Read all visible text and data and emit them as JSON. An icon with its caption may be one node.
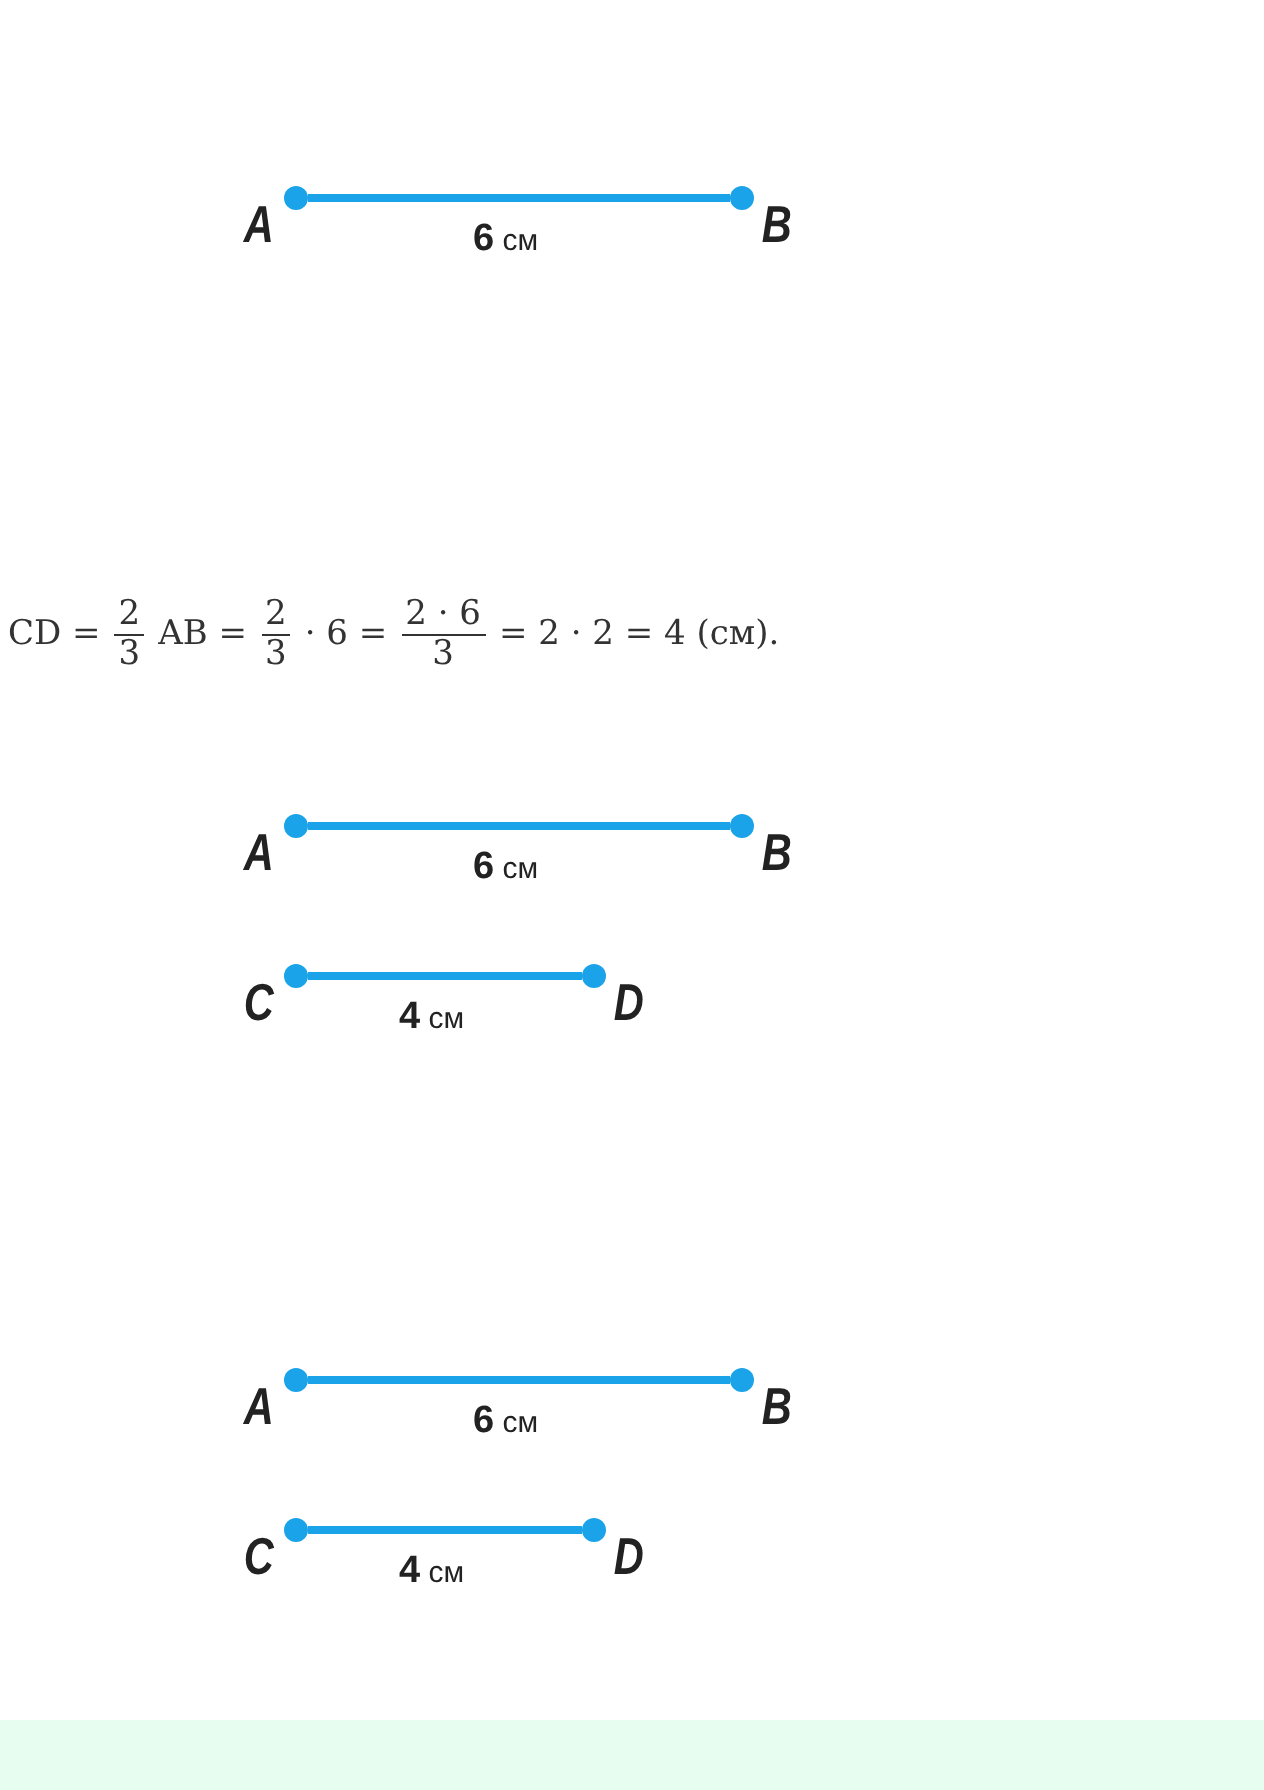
{
  "diagram": {
    "nodes": [
      {
        "text": [
          "A"
        ]
      },
      {
        "text": [
          "B"
        ]
      },
      {
        "text": [
          "A"
        ]
      },
      {
        "text": [
          "B"
        ]
      },
      {
        "text": [
          "C"
        ]
      },
      {
        "text": [
          "D"
        ]
      },
      {
        "text": [
          "A"
        ]
      },
      {
        "text": [
          "B"
        ]
      },
      {
        "text": [
          "C"
        ]
      },
      {
        "text": [
          "D"
        ]
      }
    ],
    "edges": [
      {
        "from": 0,
        "to": 1,
        "arrow": "none",
        "label": "**6** см",
        "color": "#1aa3e8"
      },
      {
        "from": 2,
        "to": 3,
        "arrow": "none",
        "label": "**6** см",
        "color": "#1aa3e8"
      },
      {
        "from": 4,
        "to": 5,
        "arrow": "none",
        "label": "**4** см",
        "color": "#1aa3e8"
      },
      {
        "from": 6,
        "to": 7,
        "arrow": "none",
        "label": "**6** см",
        "color": "#1aa3e8"
      },
      {
        "from": 8,
        "to": 9,
        "arrow": "none",
        "label": "**4** см",
        "color": "#1aa3e8"
      }
    ],
    "labels": [
      "CD =",
      "2",
      "3",
      "AB =",
      "2",
      "3",
      "· 6 =",
      "2 · 6",
      "3",
      "= 2 · 2 = 4 (см)."
    ]
  }
}
